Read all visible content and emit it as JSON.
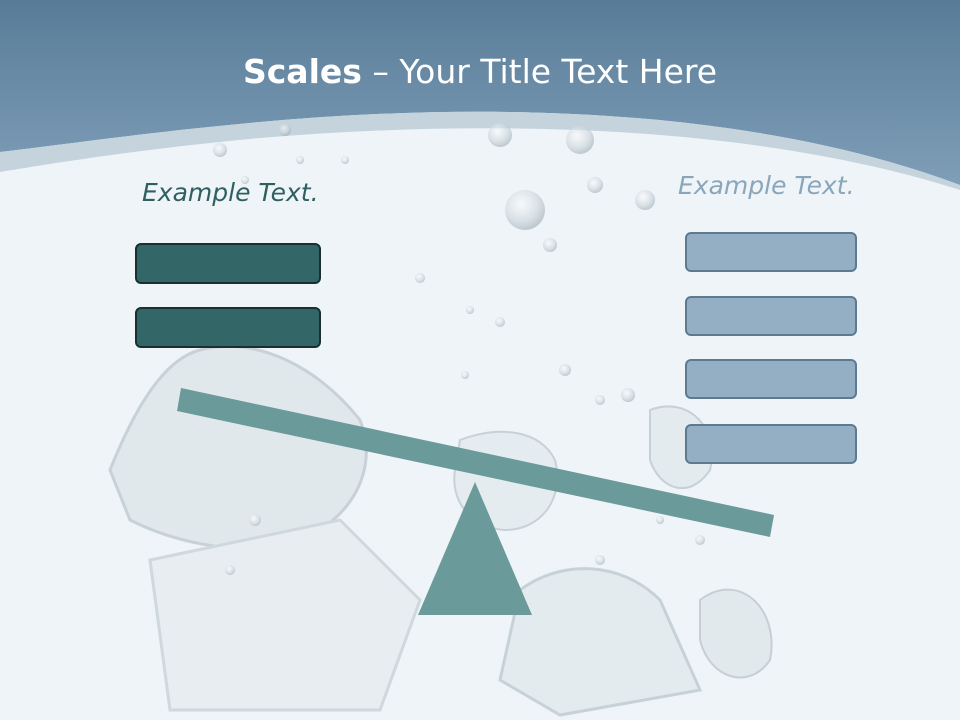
{
  "title": {
    "bold": "Scales",
    "rest": " – Your Title Text Here"
  },
  "left": {
    "label": "Example Text.",
    "box_count": 2
  },
  "right": {
    "label": "Example Text.",
    "box_count": 4
  },
  "colors": {
    "header_top": "#587c98",
    "header_bottom": "#7e9db6",
    "left_box": "#336666",
    "right_box": "#94aec4",
    "beam": "#6a9a9a",
    "fulcrum": "#6a9a9a"
  }
}
